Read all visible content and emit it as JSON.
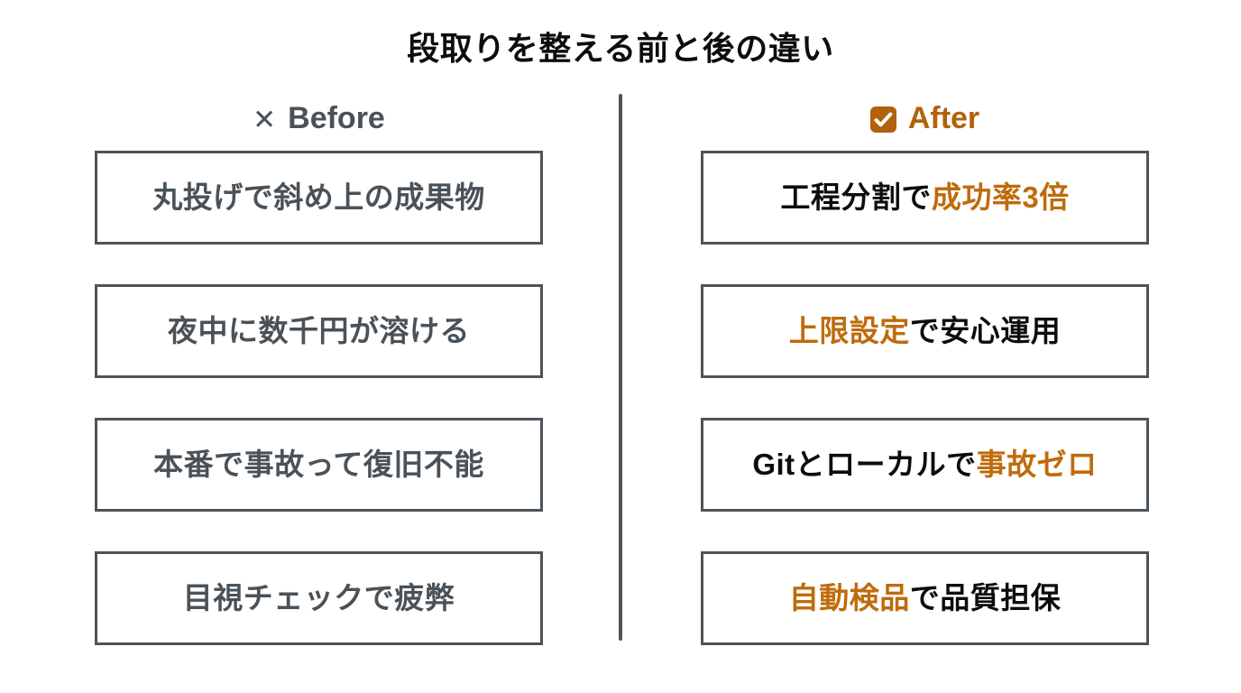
{
  "slide": {
    "title": "段取りを整える前と後の違い",
    "divider": "vertical-rule"
  },
  "colors": {
    "accent_orange": "#bf6b0c",
    "header_orange": "#b1620b",
    "slate_gray": "#4a5258",
    "border_gray": "#4d545b",
    "black": "#0d0d0d",
    "background": "#ffffff"
  },
  "columns": {
    "before": {
      "icon": "x-mark-icon",
      "icon_glyph": "✕",
      "label": "Before",
      "items": [
        {
          "text": "丸投げで斜め上の成果物"
        },
        {
          "text": "夜中に数千円が溶ける"
        },
        {
          "text": "本番で事故って復旧不能"
        },
        {
          "text": "目視チェックで疲弊"
        }
      ]
    },
    "after": {
      "icon": "checkbox-checked-icon",
      "label": "After",
      "items": [
        {
          "plain_lead": "工程分割で",
          "highlight": "成功率3倍",
          "plain_tail": ""
        },
        {
          "plain_lead": "",
          "highlight": "上限設定",
          "plain_tail": "で安心運用"
        },
        {
          "plain_lead": "Gitとローカルで",
          "highlight": "事故ゼロ",
          "plain_tail": ""
        },
        {
          "plain_lead": "",
          "highlight": "自動検品",
          "plain_tail": "で品質担保"
        }
      ]
    }
  }
}
